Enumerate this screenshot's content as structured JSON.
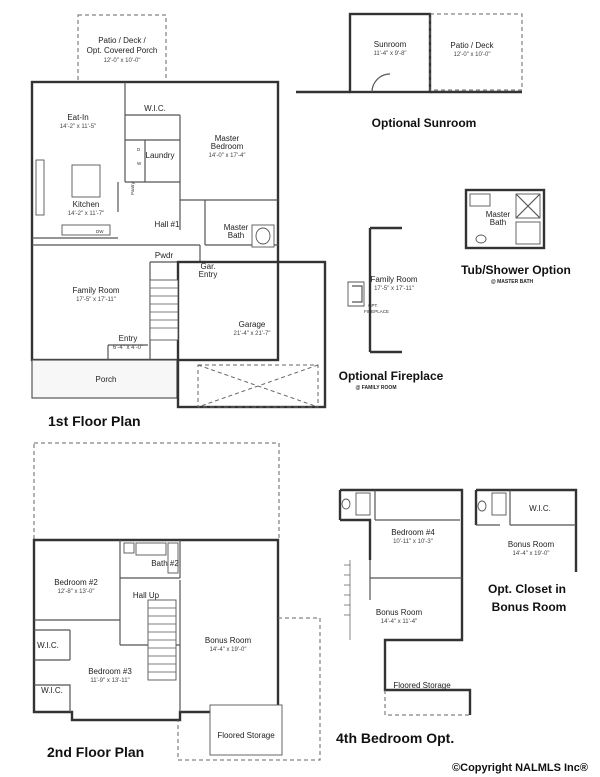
{
  "floor1": {
    "title": "1st Floor Plan",
    "patio": {
      "name": "Patio / Deck /",
      "name2": "Opt. Covered Porch",
      "dim": "12'-0\" x 10'-0\""
    },
    "eat_in": {
      "name": "Eat-In",
      "dim": "14'-2\" x 11'-5\""
    },
    "wic": "W.I.C.",
    "master_bedroom": {
      "name": "Master",
      "name2": "Bedroom",
      "dim": "14'-0\" x 17'-4\""
    },
    "laundry": "Laundry",
    "washer": "W",
    "dryer": "D",
    "pantry": "Pantry",
    "kitchen": {
      "name": "Kitchen",
      "dim": "14'-2\" x 11'-7\""
    },
    "dishwasher": "DW",
    "hall": "Hall #1",
    "master_bath": {
      "name": "Master",
      "name2": "Bath"
    },
    "family_room": {
      "name": "Family Room",
      "dim": "17'-5\" x 17'-11\""
    },
    "powder": "Pwdr",
    "garage_entry": {
      "name": "Gar.",
      "name2": "Entry"
    },
    "garage": {
      "name": "Garage",
      "dim": "21'-4\" x 21'-7\""
    },
    "entry": {
      "name": "Entry",
      "dim": "6'-4\" x 4'-0\""
    },
    "porch": "Porch"
  },
  "sunroom_option": {
    "title": "Optional Sunroom",
    "sunroom": {
      "name": "Sunroom",
      "dim": "11'-4\" x 9'-8\""
    },
    "patio": {
      "name": "Patio / Deck",
      "dim": "12'-0\" x 10'-0\""
    }
  },
  "tub_option": {
    "title": "Tub/Shower Option",
    "subtitle": "@ MASTER BATH",
    "room": {
      "name": "Master",
      "name2": "Bath"
    }
  },
  "fireplace_option": {
    "title": "Optional Fireplace",
    "subtitle": "@ FAMILY ROOM",
    "room": {
      "name": "Family Room",
      "dim": "17'-5\" x 17'-11\""
    },
    "label": "OPT.",
    "label2": "FIREPLACE"
  },
  "floor2": {
    "title": "2nd Floor Plan",
    "bedroom2": {
      "name": "Bedroom #2",
      "dim": "12'-8\" x 13'-0\""
    },
    "bath2": "Bath #2",
    "hall": "Hall Up",
    "bonus": {
      "name": "Bonus Room",
      "dim": "14'-4\" x 19'-0\""
    },
    "wic1": "W.I.C.",
    "wic2": "W.I.C.",
    "bedroom3": {
      "name": "Bedroom #3",
      "dim": "11'-9\" x 13'-11\""
    },
    "storage": "Floored Storage"
  },
  "bedroom4_option": {
    "title": "4th Bedroom Opt.",
    "bedroom4": {
      "name": "Bedroom #4",
      "dim": "10'-11\" x 10'-3\""
    },
    "bonus": {
      "name": "Bonus Room",
      "dim": "14'-4\" x 11'-4\""
    },
    "storage": "Floored Storage"
  },
  "closet_option": {
    "title": "Opt. Closet in",
    "title2": "Bonus Room",
    "wic": "W.I.C.",
    "bonus": {
      "name": "Bonus Room",
      "dim": "14'-4\" x 19'-0\""
    }
  },
  "copyright": "©Copyright NALMLS Inc®"
}
